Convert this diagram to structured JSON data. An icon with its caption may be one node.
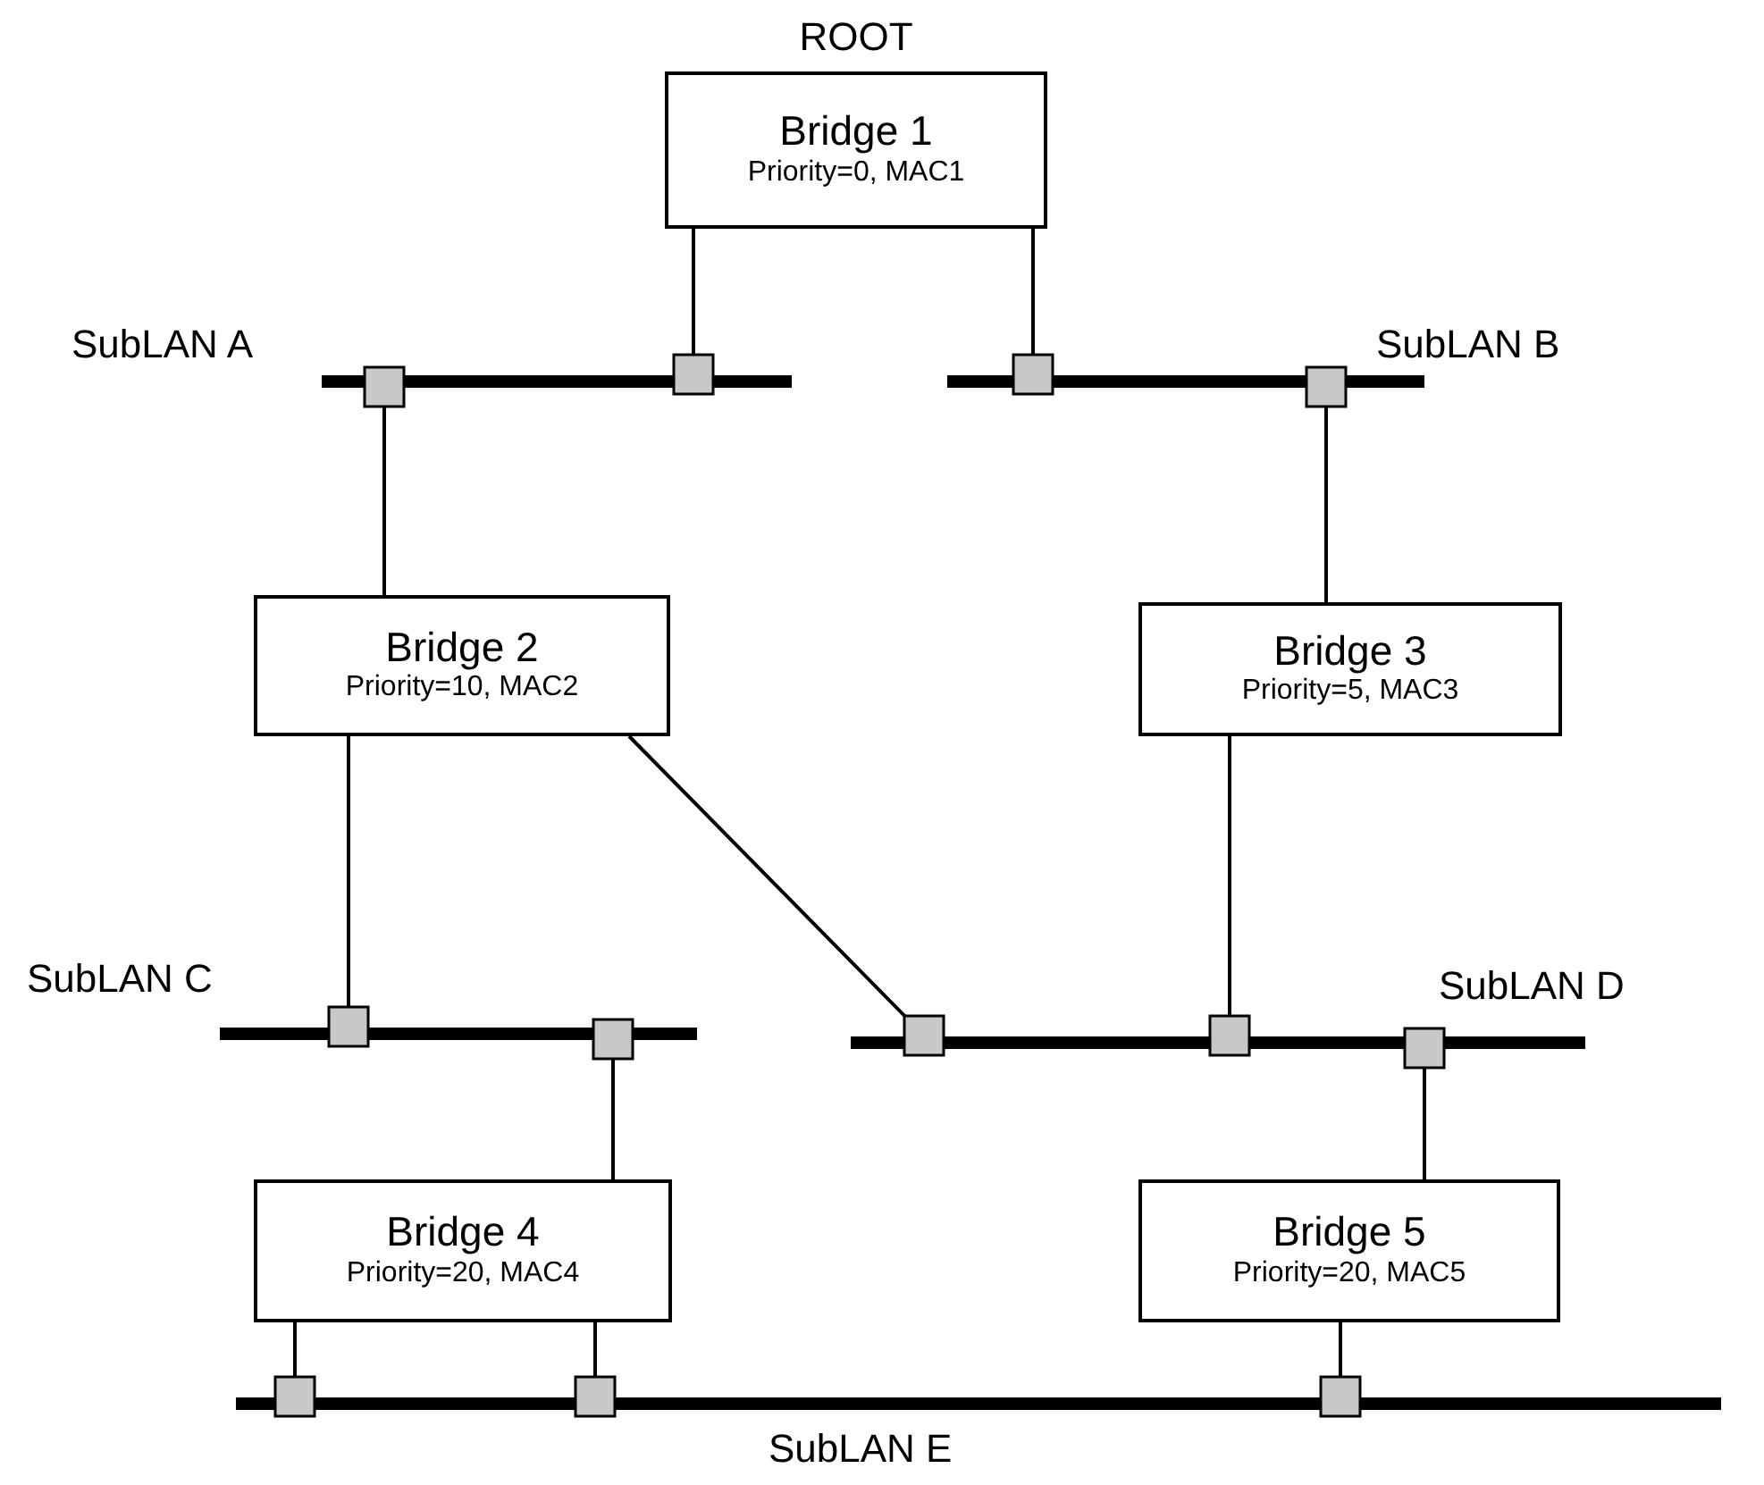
{
  "diagram": {
    "nodes": [
      {
        "text": [
          "Bridge 1",
          "Priority=0, MAC1"
        ],
        "beside": [
          "ROOT"
        ]
      },
      {
        "text": [
          "SubLAN A"
        ]
      },
      {
        "text": [
          "SubLAN B"
        ]
      },
      {
        "text": [
          "Bridge 2",
          "Priority=10, MAC2"
        ]
      },
      {
        "text": [
          "Bridge 3",
          "Priority=5, MAC3"
        ]
      },
      {
        "text": [
          "SubLAN C"
        ]
      },
      {
        "text": [
          "SubLAN D"
        ]
      },
      {
        "text": [
          "Bridge 4",
          "Priority=20, MAC4"
        ]
      },
      {
        "text": [
          "Bridge 5",
          "Priority=20, MAC5"
        ]
      },
      {
        "text": [
          "SubLAN E"
        ]
      }
    ],
    "edges": [
      {
        "from": 0,
        "to": 1,
        "arrow": "other"
      },
      {
        "from": 0,
        "to": 2,
        "arrow": "other"
      },
      {
        "from": 3,
        "to": 1,
        "arrow": "other"
      },
      {
        "from": 4,
        "to": 2,
        "arrow": "other"
      },
      {
        "from": 3,
        "to": 5,
        "arrow": "other"
      },
      {
        "from": 3,
        "to": 6,
        "arrow": "other"
      },
      {
        "from": 4,
        "to": 6,
        "arrow": "other"
      },
      {
        "from": 7,
        "to": 5,
        "arrow": "other"
      },
      {
        "from": 8,
        "to": 6,
        "arrow": "other"
      },
      {
        "from": 7,
        "to": 9,
        "arrow": "other"
      },
      {
        "from": 7,
        "to": 9,
        "arrow": "other"
      },
      {
        "from": 8,
        "to": 9,
        "arrow": "other"
      }
    ]
  }
}
